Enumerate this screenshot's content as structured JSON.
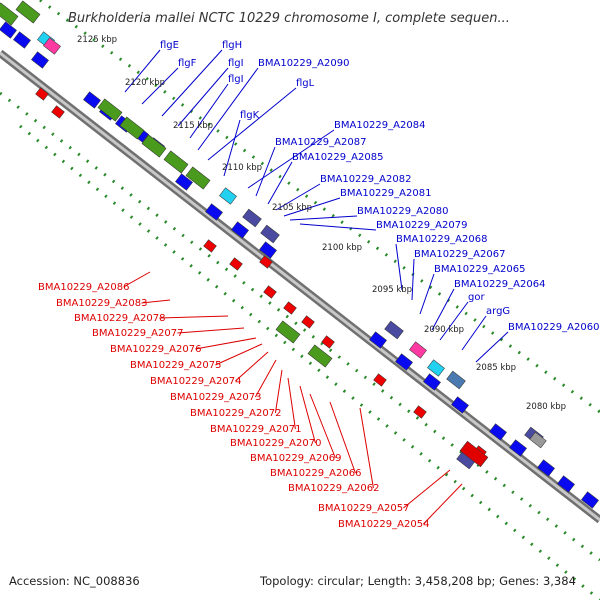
{
  "title": "Burkholderia mallei NCTC 10229 chromosome I, complete sequen...",
  "footer": {
    "accession": "Accession: NC_008836",
    "topology": "Topology: circular; Length: 3,458,208 bp; Genes: 3,384"
  },
  "colors": {
    "backbone": "#8a8a8a",
    "forward_label": "#0000cc",
    "reverse_label": "#dd0000",
    "tick": "#2a8a2a",
    "cds": "#0000ee",
    "rna": "#ee0000"
  },
  "kbp_ticks": [
    "2125 kbp",
    "2120 kbp",
    "2115 kbp",
    "2110 kbp",
    "2105 kbp",
    "2100 kbp",
    "2095 kbp",
    "2090 kbp",
    "2085 kbp",
    "2080 kbp"
  ],
  "forward_labels": [
    "flgE",
    "flgF",
    "flgH",
    "flgI",
    "flgI",
    "BMA10229_A2090",
    "flgL",
    "flgK",
    "BMA10229_A2084",
    "BMA10229_A2087",
    "BMA10229_A2085",
    "BMA10229_A2082",
    "BMA10229_A2081",
    "BMA10229_A2080",
    "BMA10229_A2079",
    "BMA10229_A2068",
    "BMA10229_A2067",
    "BMA10229_A2065",
    "BMA10229_A2064",
    "gor",
    "argG",
    "BMA10229_A2060"
  ],
  "reverse_labels": [
    "BMA10229_A2086",
    "BMA10229_A2083",
    "BMA10229_A2078",
    "BMA10229_A2077",
    "BMA10229_A2076",
    "BMA10229_A2075",
    "BMA10229_A2074",
    "BMA10229_A2073",
    "BMA10229_A2072",
    "BMA10229_A2071",
    "BMA10229_A2070",
    "BMA10229_A2069",
    "BMA10229_A2066",
    "BMA10229_A2062",
    "BMA10229_A2057",
    "BMA10229_A2054"
  ]
}
